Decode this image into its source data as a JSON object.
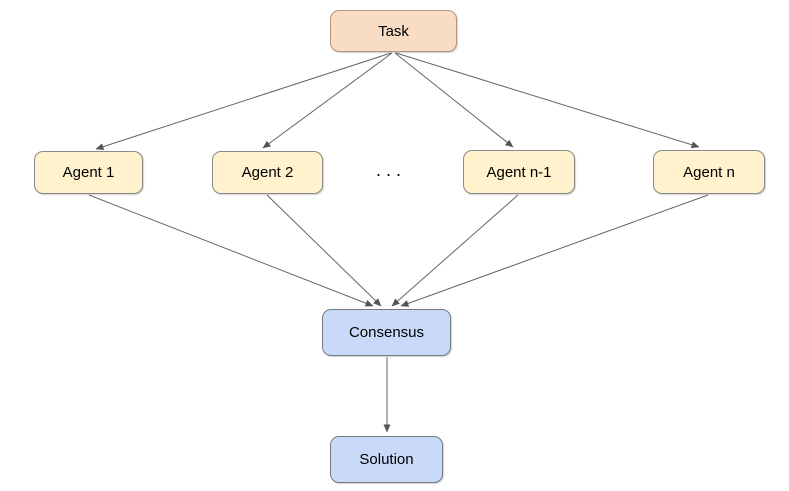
{
  "diagram": {
    "type": "flowchart",
    "background_color": "#FFFFFF",
    "edge_color": "#666666",
    "arrowhead_color": "#545454",
    "nodes": {
      "task": {
        "label": "Task",
        "fill": "#F9DCC4",
        "border": "#B9937B"
      },
      "agent1": {
        "label": "Agent 1",
        "fill": "#FFF2CC",
        "border": "#8A8A8A"
      },
      "agent2": {
        "label": "Agent 2",
        "fill": "#FFF2CC",
        "border": "#8A8A8A"
      },
      "ellipsis": {
        "label": "..."
      },
      "agent_n_minus_1": {
        "label": "Agent n-1",
        "fill": "#FFF2CC",
        "border": "#8A8A8A"
      },
      "agent_n": {
        "label": "Agent n",
        "fill": "#FFF2CC",
        "border": "#8A8A8A"
      },
      "consensus": {
        "label": "Consensus",
        "fill": "#C9DAF8",
        "border": "#767B82"
      },
      "solution": {
        "label": "Solution",
        "fill": "#C9DAF8",
        "border": "#767B82"
      }
    },
    "edges": [
      {
        "from": "task",
        "to": "agent1"
      },
      {
        "from": "task",
        "to": "agent2"
      },
      {
        "from": "task",
        "to": "agent_n_minus_1"
      },
      {
        "from": "task",
        "to": "agent_n"
      },
      {
        "from": "agent1",
        "to": "consensus"
      },
      {
        "from": "agent2",
        "to": "consensus"
      },
      {
        "from": "agent_n_minus_1",
        "to": "consensus"
      },
      {
        "from": "agent_n",
        "to": "consensus"
      },
      {
        "from": "consensus",
        "to": "solution"
      }
    ]
  }
}
